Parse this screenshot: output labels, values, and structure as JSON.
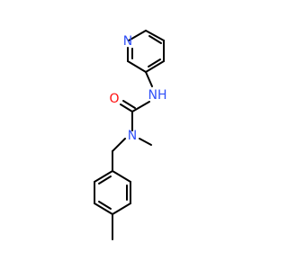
{
  "molecule": {
    "atoms": [
      {
        "id": "n_pyridine",
        "label": "N",
        "color": "#3050F8"
      },
      {
        "id": "nh_amide",
        "label": "NH",
        "color": "#3050F8"
      },
      {
        "id": "o_carbonyl",
        "label": "O",
        "color": "#FF0D0D"
      },
      {
        "id": "n_methyl",
        "label": "N",
        "color": "#3050F8"
      }
    ],
    "bond_color": "#000000"
  }
}
